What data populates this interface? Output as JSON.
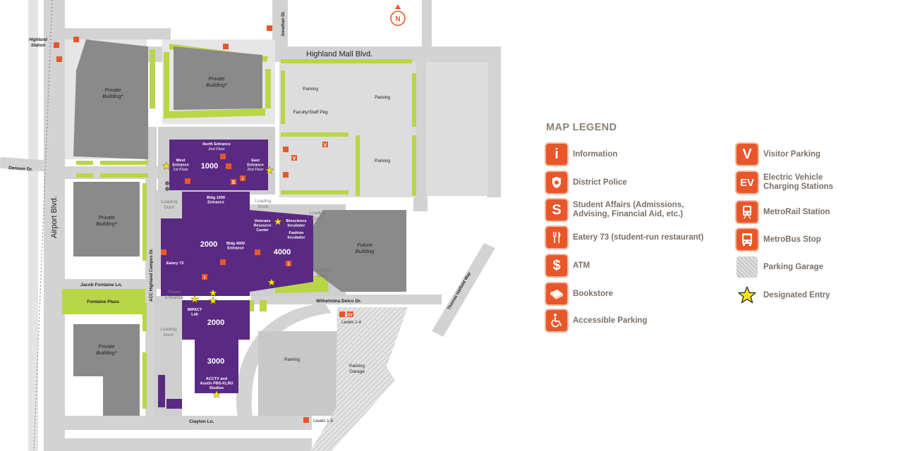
{
  "streets": {
    "highland_mall": "Highland Mall Blvd.",
    "airport": "Airport Blvd.",
    "denson": "Denson Dr.",
    "jonathan": "Jonathan Dr.",
    "jacob_fontaine": "Jacob Fontaine Ln.",
    "acc_campus": "ACC Highland Campus Dr.",
    "wilhelmina": "Wilhelmina Delco Dr.",
    "thomas": "Thomas Hatfield Way",
    "clayton": "Clayton Ln."
  },
  "places": {
    "highland_station": [
      "Highland",
      "Station"
    ],
    "private_1": [
      "Private",
      "Building*"
    ],
    "private_2": [
      "Private",
      "Building*"
    ],
    "private_3": [
      "Private",
      "Building*"
    ],
    "private_4": [
      "Private",
      "Building*"
    ],
    "future": [
      "Future",
      "Building"
    ],
    "fontaine_plaza": "Fontaine Plaza",
    "parking": "Parking",
    "faculty_pkg": "Faculty/Staff Pkg",
    "loading_dock": [
      "Loading",
      "Dock"
    ],
    "paseo": [
      "Paseo",
      "Entrance"
    ],
    "parking_garage": [
      "Parking",
      "Garage"
    ],
    "levels_1_4": "Levels 1-4",
    "levels_1_5": "Levels 1-5"
  },
  "buildings": {
    "b1000": "1000",
    "b2000": "2000",
    "b2000s": "2000",
    "b3000": "3000",
    "b4000": "4000",
    "north_entrance": [
      "North Entrance",
      "2nd Floor"
    ],
    "west_entrance": [
      "West",
      "Entrance",
      "1st Floor"
    ],
    "east_entrance": [
      "East",
      "Entrance",
      "2nd Floor"
    ],
    "bldg1000_entrance": [
      "Bldg 1000",
      "Entrance"
    ],
    "bldg4000_entrance": [
      "Bldg 4000",
      "Entrance"
    ],
    "veterans": [
      "Veterans",
      "Resource",
      "Center"
    ],
    "bioscience": [
      "Bioscience",
      "Incubator"
    ],
    "fashion": [
      "Fashion",
      "Incubator"
    ],
    "eatery": "Eatery 73",
    "impact": [
      "IMPACT",
      "Lab"
    ],
    "acctv": [
      "ACCTV and",
      "Austin PBS-KLRU",
      "Studios"
    ]
  },
  "compass": "N",
  "legend": {
    "title": "MAP LEGEND",
    "items": [
      {
        "icon": "info-icon",
        "glyph": "i",
        "label": "Information"
      },
      {
        "icon": "police-badge-icon",
        "glyph": "",
        "label": "District Police"
      },
      {
        "icon": "student-affairs-icon",
        "glyph": "S",
        "label": "Student Affairs (Admissions, Advising, Financial Aid, etc.)"
      },
      {
        "icon": "fork-knife-icon",
        "glyph": "",
        "label": "Eatery 73 (student-run restaurant)"
      },
      {
        "icon": "atm-icon",
        "glyph": "$",
        "label": "ATM"
      },
      {
        "icon": "book-icon",
        "glyph": "",
        "label": "Bookstore"
      },
      {
        "icon": "wheelchair-icon",
        "glyph": "",
        "label": "Accessible Parking"
      },
      {
        "icon": "visitor-parking-icon",
        "glyph": "V",
        "label": "Visitor Parking"
      },
      {
        "icon": "ev-charging-icon",
        "glyph": "EV",
        "label": "Electric Vehicle Charging Stations"
      },
      {
        "icon": "metrorail-icon",
        "glyph": "",
        "label": "MetroRail Station"
      },
      {
        "icon": "metrobus-icon",
        "glyph": "",
        "label": "MetroBus Stop"
      },
      {
        "icon": "parking-garage-icon",
        "glyph": "",
        "label": "Parking Garage"
      },
      {
        "icon": "star-icon",
        "glyph": "",
        "label": "Designated Entry"
      }
    ]
  },
  "colors": {
    "road": "#d3d3d3",
    "lot": "#dcdcdc",
    "building_private": "#8a8a8a",
    "campus": "#5a2a82",
    "green": "#b9d646",
    "accent": "#e8572a",
    "star": "#f6e31c",
    "legend_text": "#7a7068"
  }
}
